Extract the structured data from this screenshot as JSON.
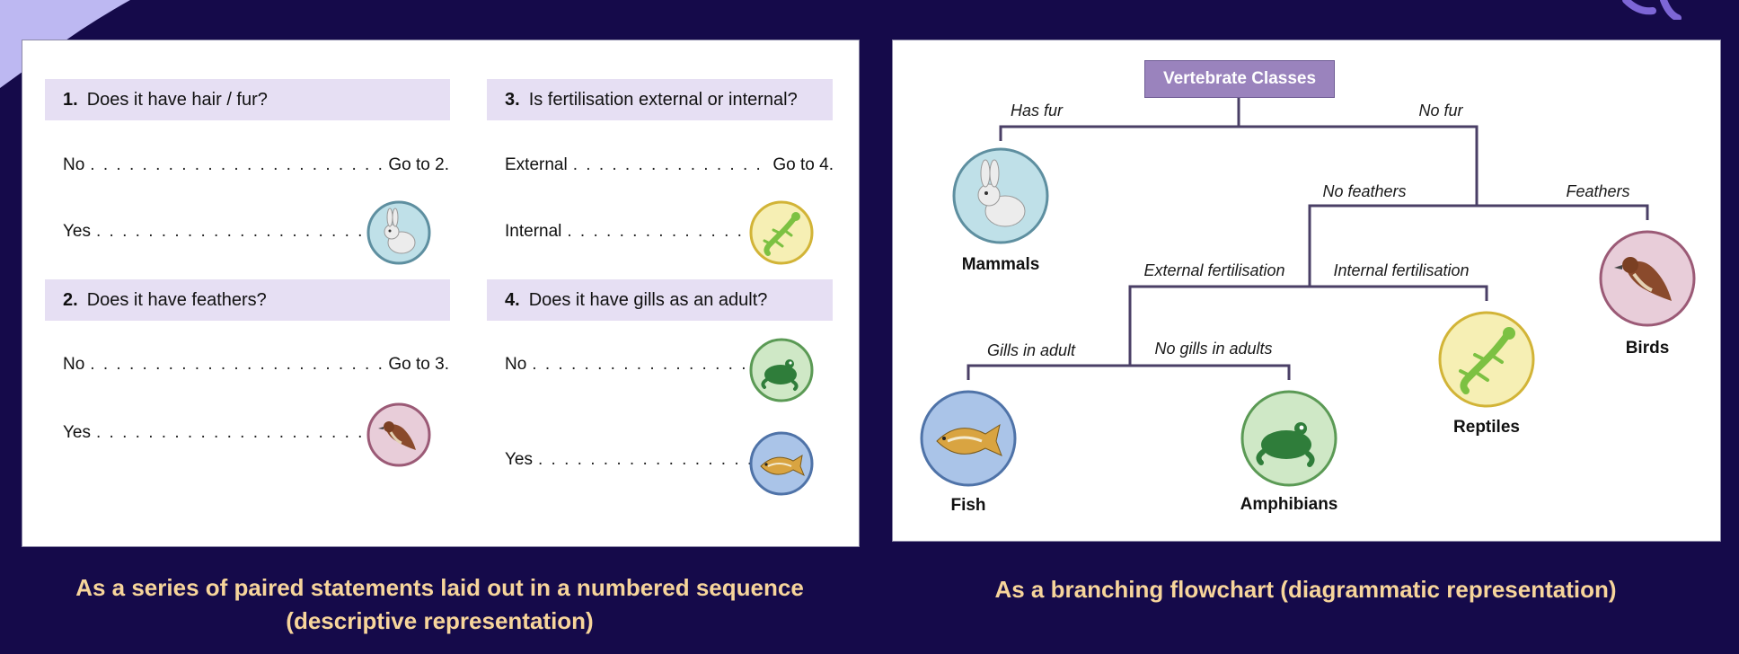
{
  "colors": {
    "background": "#150a4a",
    "caption": "#f7d59b",
    "question_band": "#e6dff3",
    "title_box": "#9a83bd",
    "connector": "#4a3f66",
    "mammal": "#bfe0e8",
    "bird": "#e8cdd9",
    "reptile": "#f6efb4",
    "amphibian": "#cfe8c6",
    "fish": "#aac4e8"
  },
  "key": {
    "q1": {
      "number": "1.",
      "text": "Does it have hair / fur?",
      "no": "No",
      "no_result": "Go to 2.",
      "yes": "Yes",
      "yes_icon": "rabbit-icon"
    },
    "q2": {
      "number": "2.",
      "text": "Does it have feathers?",
      "no": "No",
      "no_result": "Go to 3.",
      "yes": "Yes",
      "yes_icon": "bird-icon"
    },
    "q3": {
      "number": "3.",
      "text": "Is fertilisation external or internal?",
      "external": "External",
      "external_result": "Go to 4.",
      "internal": "Internal",
      "internal_icon": "lizard-icon"
    },
    "q4": {
      "number": "4.",
      "text": "Does it have gills as an adult?",
      "no": "No",
      "no_icon": "frog-icon",
      "yes": "Yes",
      "yes_icon": "fish-icon"
    }
  },
  "flowchart": {
    "title": "Vertebrate Classes",
    "branches": {
      "has_fur": "Has fur",
      "no_fur": "No fur",
      "no_feathers": "No feathers",
      "feathers": "Feathers",
      "external_fertilisation": "External fertilisation",
      "internal_fertilisation": "Internal fertilisation",
      "gills_in_adult": "Gills in adult",
      "no_gills_in_adults": "No gills in adults"
    },
    "classes": {
      "mammals": "Mammals",
      "birds": "Birds",
      "reptiles": "Reptiles",
      "fish": "Fish",
      "amphibians": "Amphibians"
    }
  },
  "captions": {
    "left": "As a series of paired statements laid out in a numbered sequence (descriptive representation)",
    "right": "As a branching flowchart (diagrammatic representation)"
  }
}
